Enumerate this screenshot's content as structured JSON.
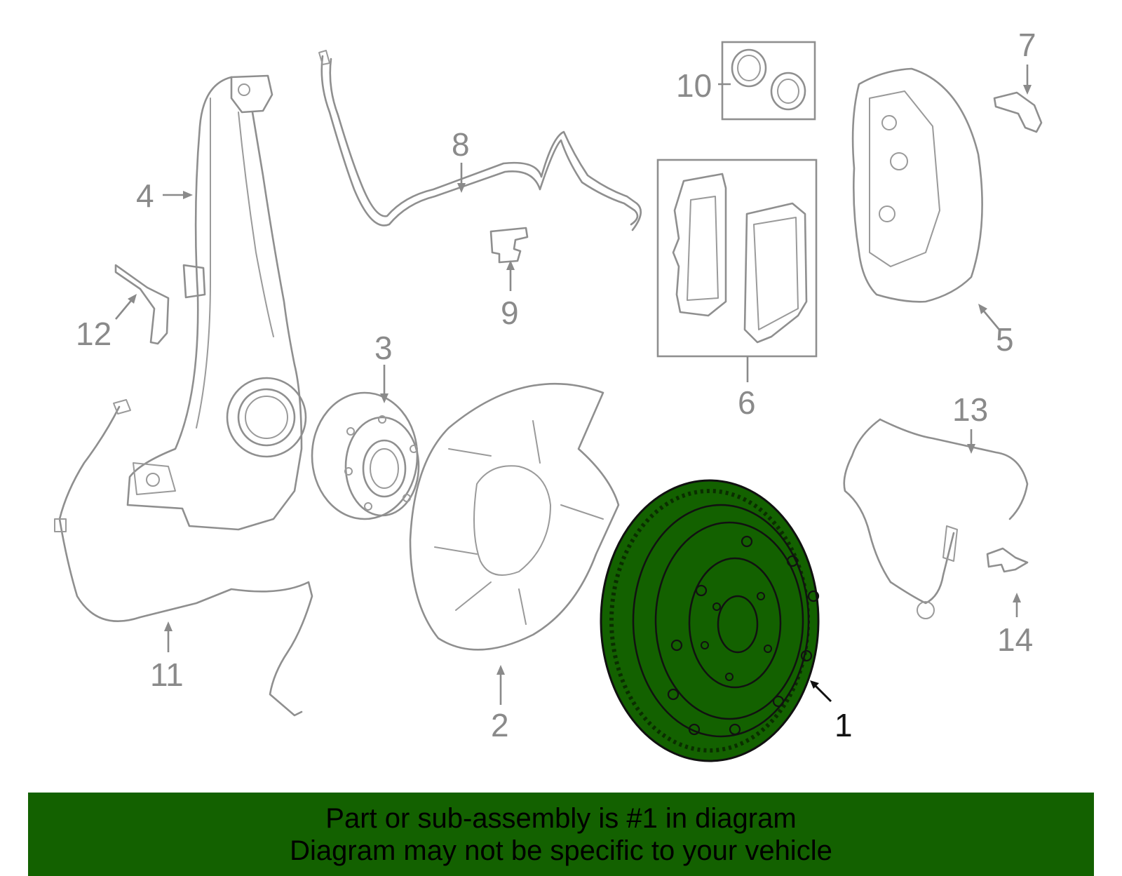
{
  "callouts": {
    "c1": "1",
    "c2": "2",
    "c3": "3",
    "c4": "4",
    "c5": "5",
    "c6": "6",
    "c7": "7",
    "c8": "8",
    "c9": "9",
    "c10": "10",
    "c11": "11",
    "c12": "12",
    "c13": "13",
    "c14": "14"
  },
  "highlighted_part": "1",
  "colors": {
    "highlight": "#136100",
    "line": "#8f8f8f",
    "banner": "#136100"
  },
  "banner": {
    "line1": "Part or sub-assembly is #1 in diagram",
    "line2": "Diagram may not be specific to your vehicle"
  }
}
